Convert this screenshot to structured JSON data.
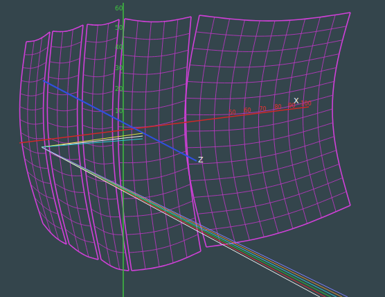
{
  "diagram": {
    "labels": [
      "60",
      "50",
      "40",
      "30",
      "20",
      "10",
      "X",
      "Z",
      "50",
      "60",
      "70",
      "80",
      "90",
      "100"
    ]
  }
}
